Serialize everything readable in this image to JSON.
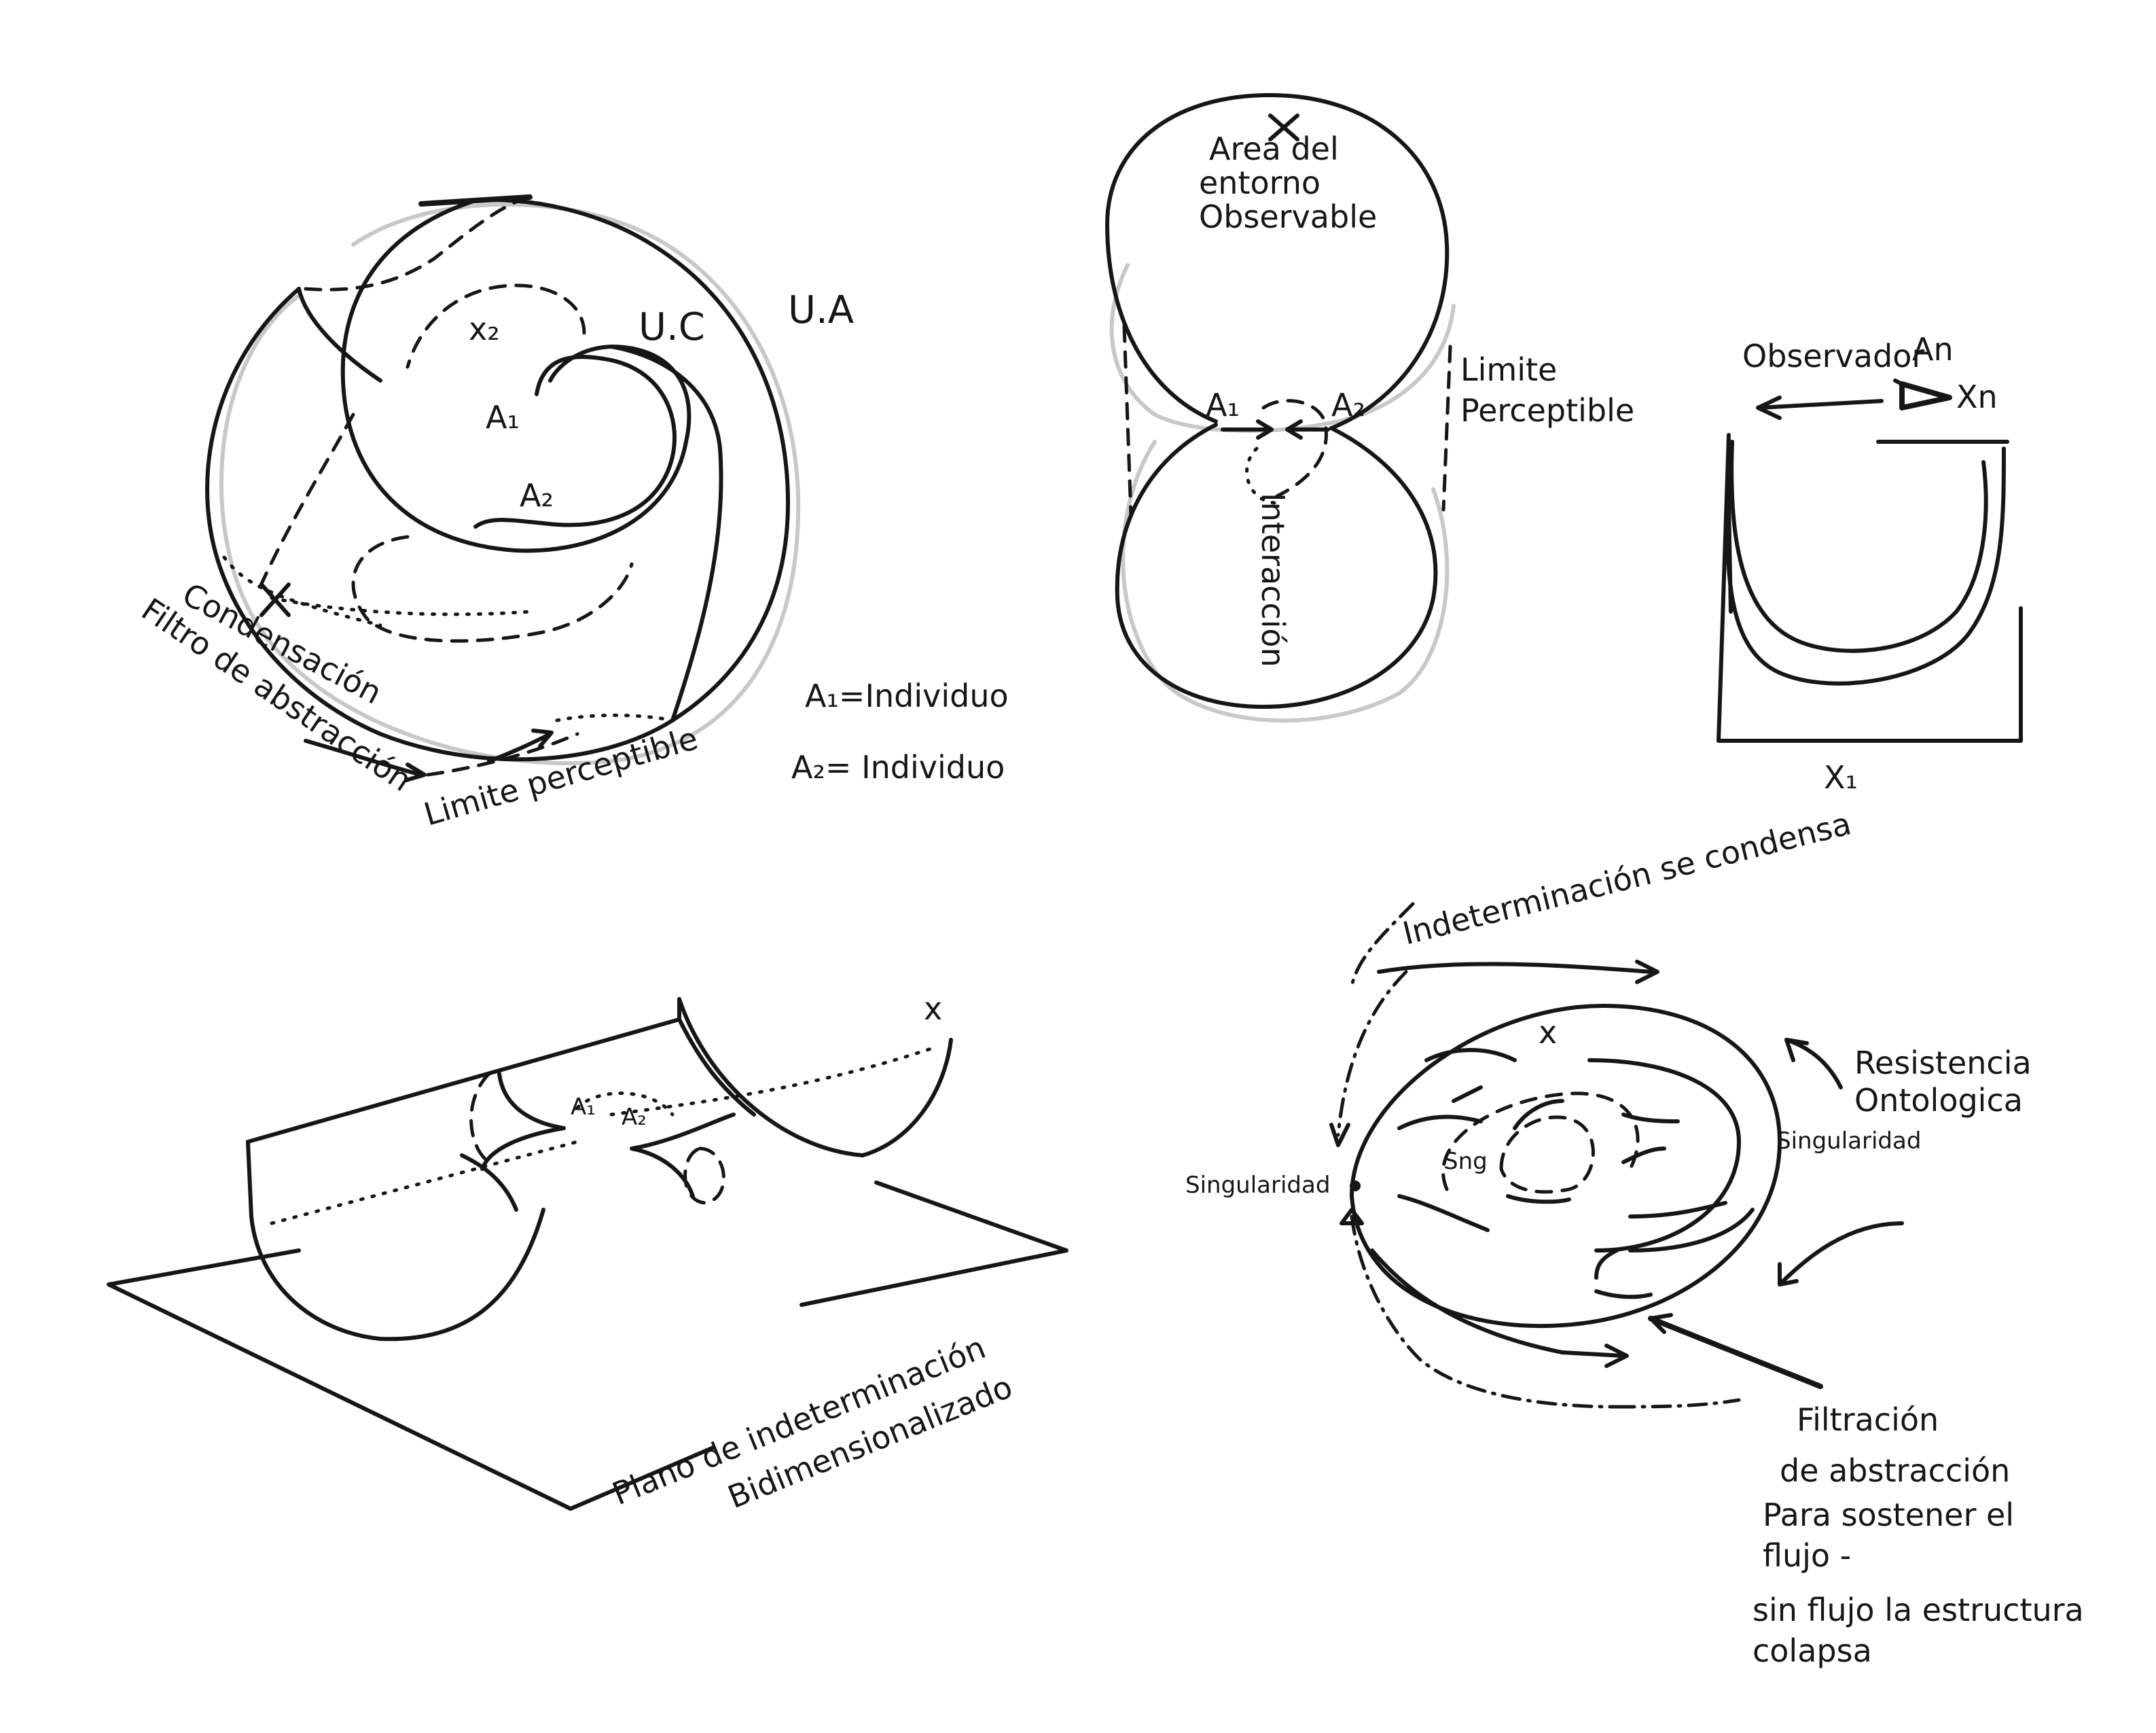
{
  "spiral": {
    "uc": "U.C",
    "ua": "U.A",
    "x2": "x₂",
    "a1": "A₁",
    "a2": "A₂",
    "x": "x",
    "condensacion": "Condensación",
    "filtro": "Filtro de abstracción",
    "limite": "Limite perceptible"
  },
  "legend": {
    "a1_def": "A₁=Individuo",
    "a2_def": "A₂= Individuo"
  },
  "hourglass": {
    "x": "x",
    "area_line1": "Area del",
    "area_line2": "entorno",
    "area_line3": "Observable",
    "a1": "A₁",
    "a2": "A₂",
    "limite_line1": "Limite",
    "limite_line2": "Perceptible",
    "interaccion": "Interacción"
  },
  "observer": {
    "label": "Observador",
    "an": "An",
    "xn": "Xn",
    "x1": "X₁"
  },
  "plane": {
    "x": "x",
    "a1": "A₁",
    "a2": "A₂",
    "line1": "Plano de indeterminación",
    "line2": "Bidimensionalizado"
  },
  "torus": {
    "title": "Indeterminación se condensa",
    "x": "x",
    "resistencia_line1": "Resistencia",
    "resistencia_line2": "Ontologica",
    "sing_right": "Singularidad",
    "sing_left": "Singularidad",
    "sng": "Sng",
    "a": "A",
    "filt_line1": "Filtración",
    "filt_line2": "de abstracción",
    "filt_line3": "Para sostener el",
    "filt_line4": "flujo -",
    "filt_line5": "sin flujo la estructura",
    "filt_line6": "colapsa"
  }
}
